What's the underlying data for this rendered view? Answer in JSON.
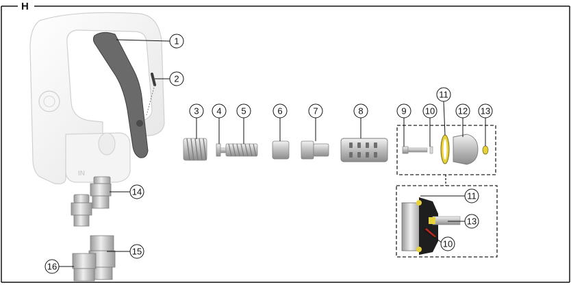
{
  "figure": {
    "section_label": "H",
    "handle_marking": "IN"
  },
  "callouts": [
    "1",
    "2",
    "3",
    "4",
    "5",
    "6",
    "7",
    "8",
    "9",
    "10",
    "11",
    "12",
    "13",
    "11",
    "13",
    "10",
    "14",
    "15",
    "16"
  ],
  "colors": {
    "frame": "#111111",
    "part_gray": "#c8c8c8",
    "part_dark": "#5a5a5a",
    "oring_yellow": "#e6d23a",
    "seal_red": "#c0281e"
  }
}
